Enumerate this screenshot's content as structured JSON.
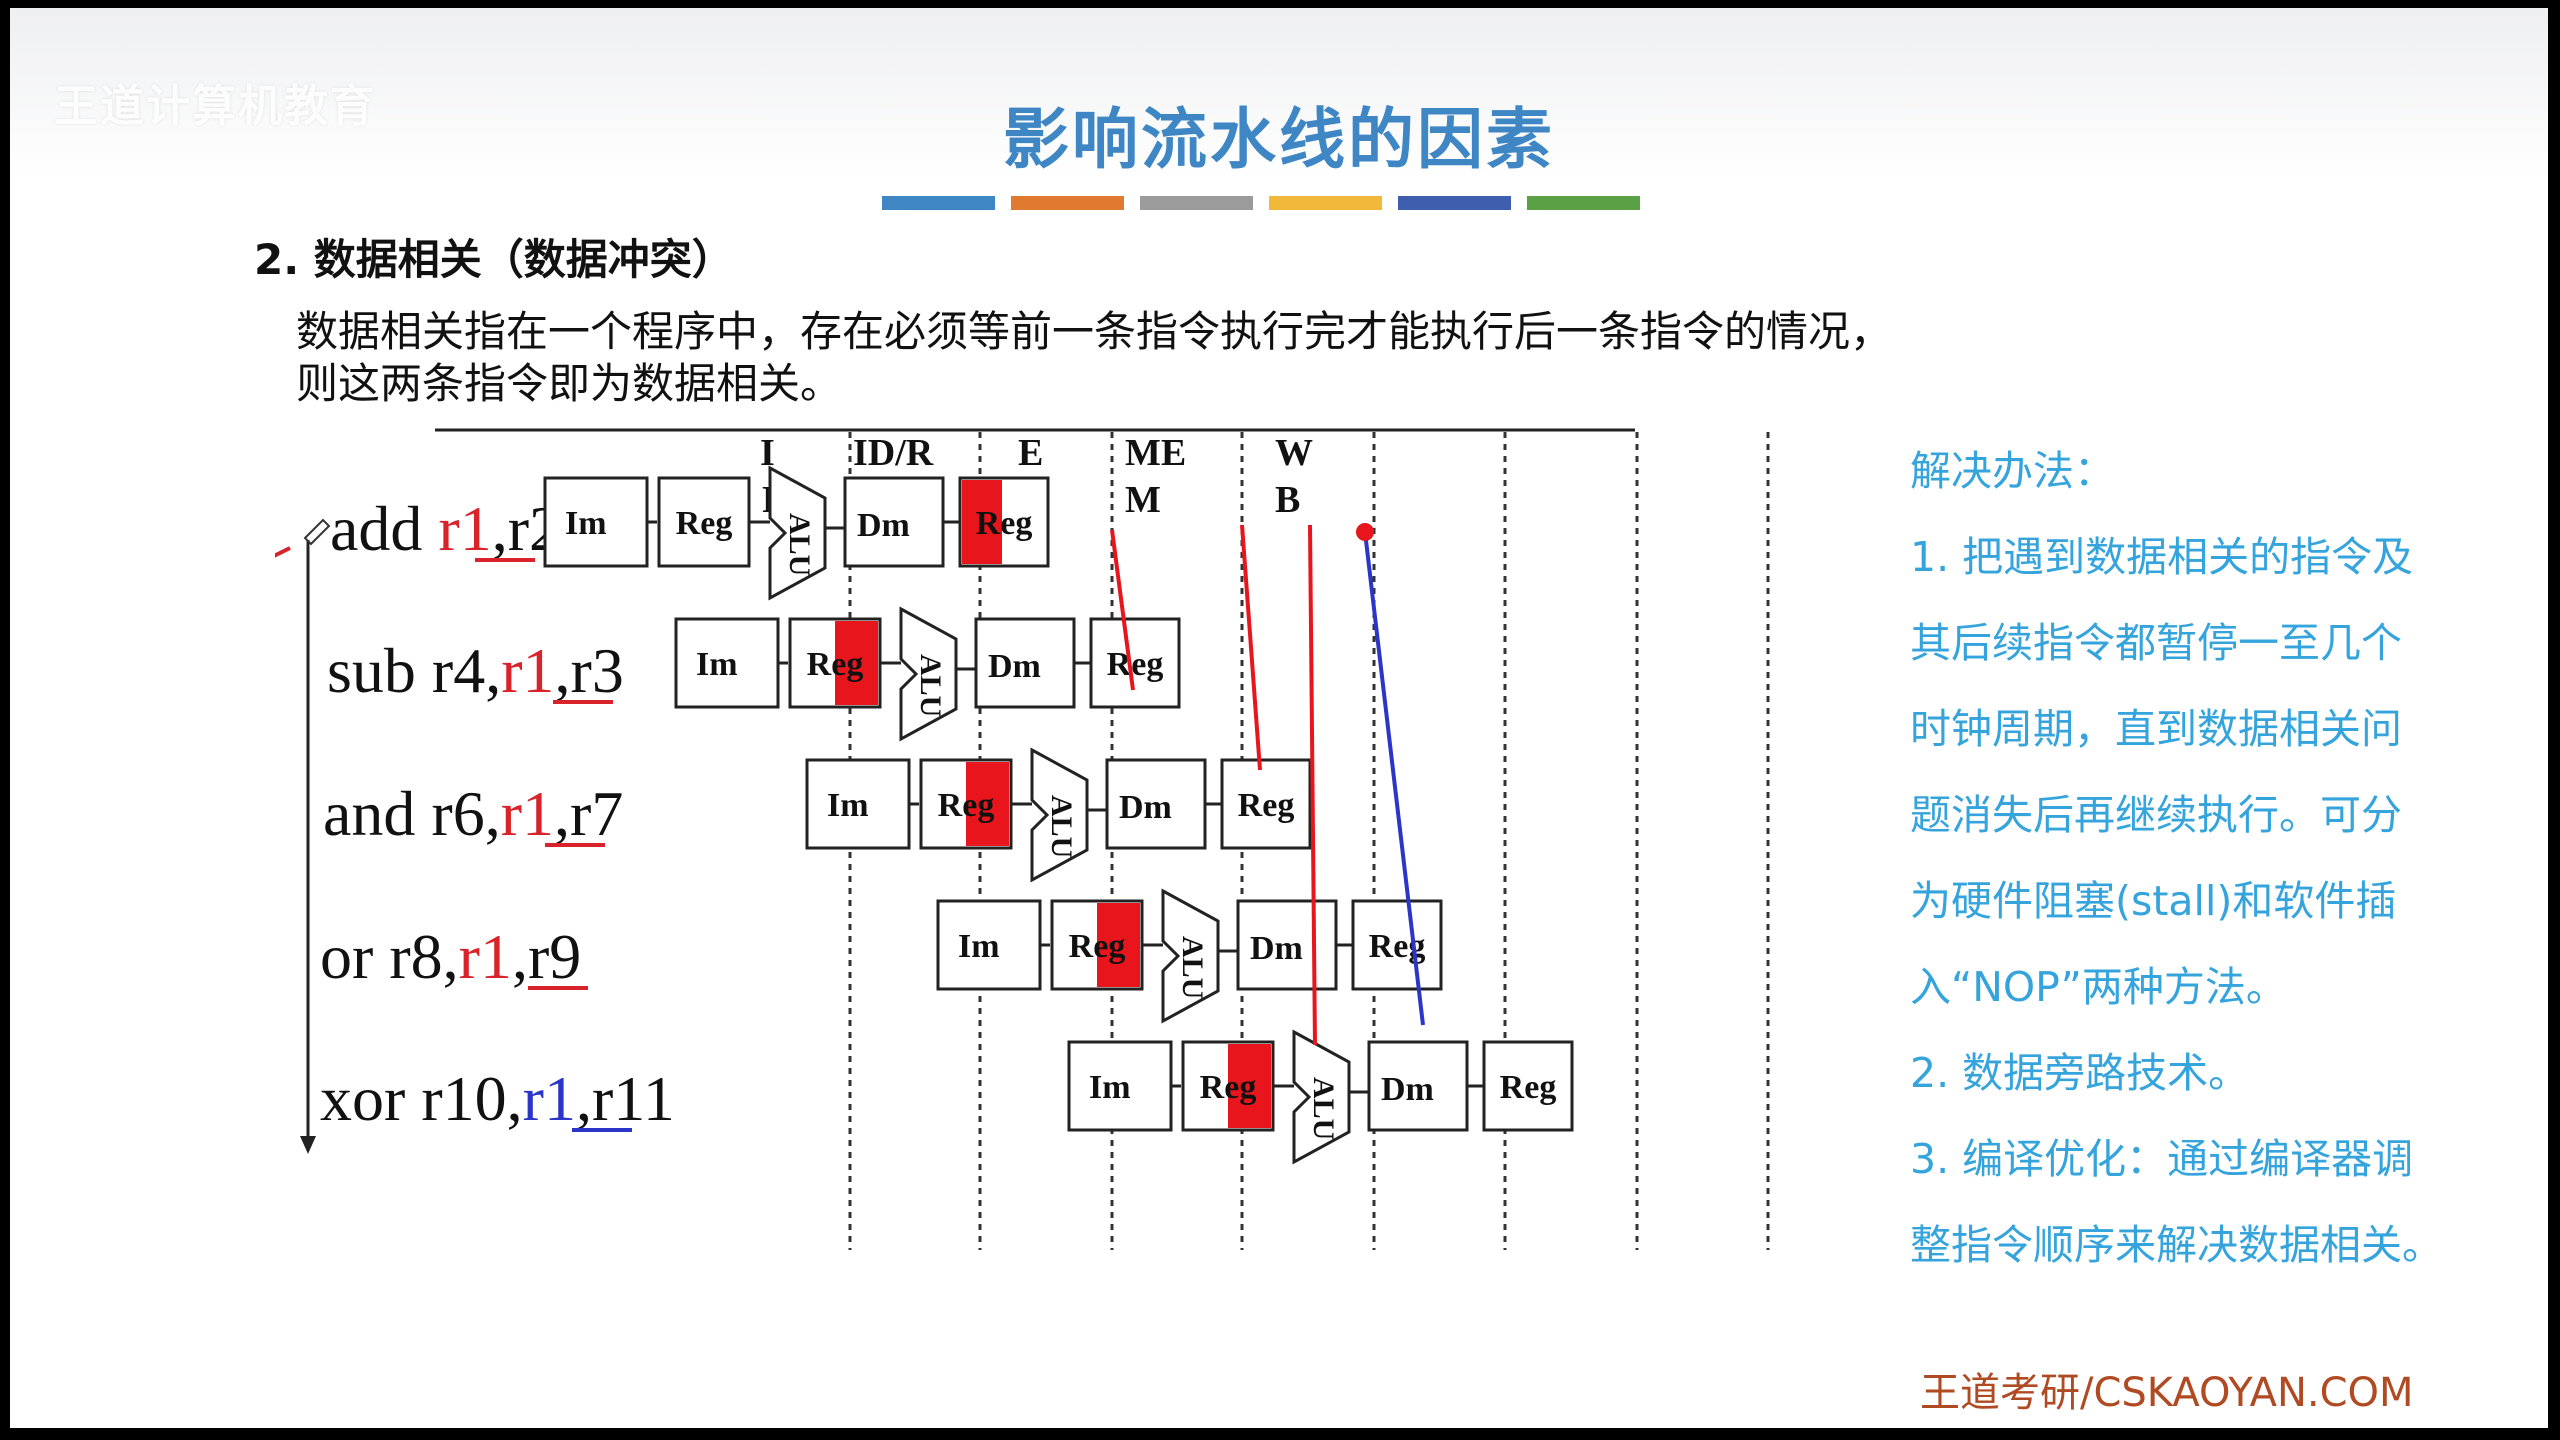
{
  "watermark": "王道计算机教育",
  "title": "影响流水线的因素",
  "colorbar": [
    "#3f86c5",
    "#e07a30",
    "#9b9b9b",
    "#f2b83a",
    "#3f5fae",
    "#5aa145"
  ],
  "section_heading": "2. 数据相关（数据冲突）",
  "paragraph": [
    "数据相关指在一个程序中，存在必须等前一条指令执行完才能执行后一条指令的情况，",
    "则这两条指令即为数据相关。"
  ],
  "diagram": {
    "stage_labels": [
      "I",
      "ID/R",
      "E",
      "ME",
      "W",
      "F",
      "F",
      "X",
      "M",
      "B"
    ],
    "instructions": [
      {
        "pre": "add ",
        "reg": "r1",
        "post": ",r2,r3",
        "color": "#d8232a"
      },
      {
        "pre": "sub r4,",
        "reg": "r1",
        "post": ",r3",
        "color": "#d8232a"
      },
      {
        "pre": "and r6,",
        "reg": "r1",
        "post": ",r7",
        "color": "#d8232a"
      },
      {
        "pre": "or   r8,",
        "reg": "r1",
        "post": ",r9",
        "color": "#d8232a"
      },
      {
        "pre": "xor r10,",
        "reg": "r1",
        "post": ",r11",
        "color": "#2b35c8"
      }
    ],
    "im_label": "Im",
    "reg_label": "Reg",
    "alu_label": "ALU",
    "dm_label": "Dm"
  },
  "side": {
    "heading": "解决办法：",
    "lines": [
      "1. 把遇到数据相关的指令及",
      "其后续指令都暂停一至几个",
      "时钟周期，直到数据相关问",
      "题消失后再继续执行。可分",
      "为硬件阻塞(stall)和软件插",
      "入“NOP”两种方法。",
      "2. 数据旁路技术。",
      "3. 编译优化：通过编译器调",
      "整指令顺序来解决数据相关。"
    ]
  },
  "footer": "王道考研/CSKAOYAN.COM",
  "colors": {
    "accent_blue": "#3f86c5",
    "side_text": "#35a4dd",
    "highlight_red": "#e8161c",
    "forward_blue": "#2b35c8"
  }
}
